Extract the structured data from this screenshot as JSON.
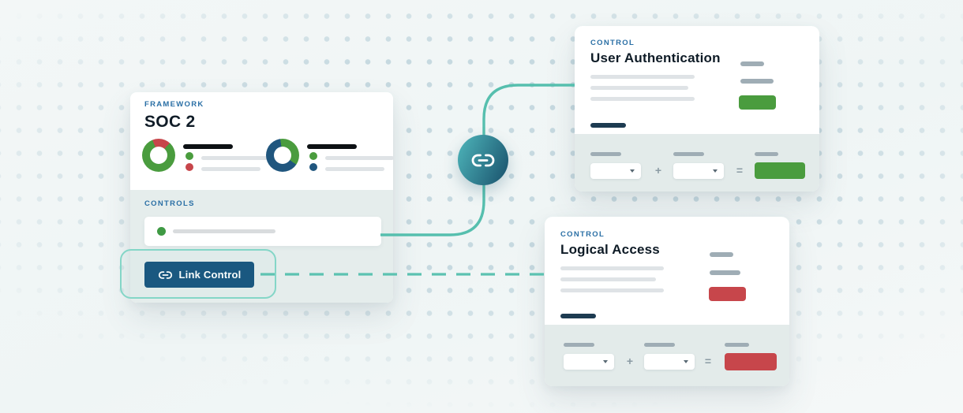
{
  "page": {
    "bg_color": "#f2f6f6",
    "dot_color": "#c6d9e0",
    "accent_teal": "#56bfae"
  },
  "framework_card": {
    "label": "FRAMEWORK",
    "title": "SOC 2",
    "donuts": [
      {
        "main_color": "#4a9c3e",
        "segment_color": "#c7464b",
        "segment_start": -22,
        "segment_sweep": 64,
        "legend": [
          {
            "color": "#4a9c3e"
          },
          {
            "color": "#c7464b"
          }
        ]
      },
      {
        "main_color": "#20567e",
        "segment_color": "#4a9c3e",
        "segment_start": -8,
        "segment_sweep": 132,
        "legend": [
          {
            "color": "#4a9c3e"
          },
          {
            "color": "#20567e"
          }
        ]
      }
    ],
    "controls": {
      "label": "CONTROLS",
      "row_dot_color": "#3f9a44",
      "link_button": {
        "label": "Link Control",
        "bg_color": "#15527d"
      }
    }
  },
  "connector": {
    "line_color": "#56bfae",
    "highlight_border_color": "#84d6c7",
    "circle_gradient": [
      "#49acb3",
      "#1e5a73"
    ]
  },
  "control_cards": [
    {
      "label": "CONTROL",
      "title": "User Authentication",
      "accent_color": "#4a9c3e",
      "plus": "+",
      "equals": "="
    },
    {
      "label": "CONTROL",
      "title": "Logical Access",
      "accent_color": "#c7464b",
      "plus": "+",
      "equals": "="
    }
  ]
}
